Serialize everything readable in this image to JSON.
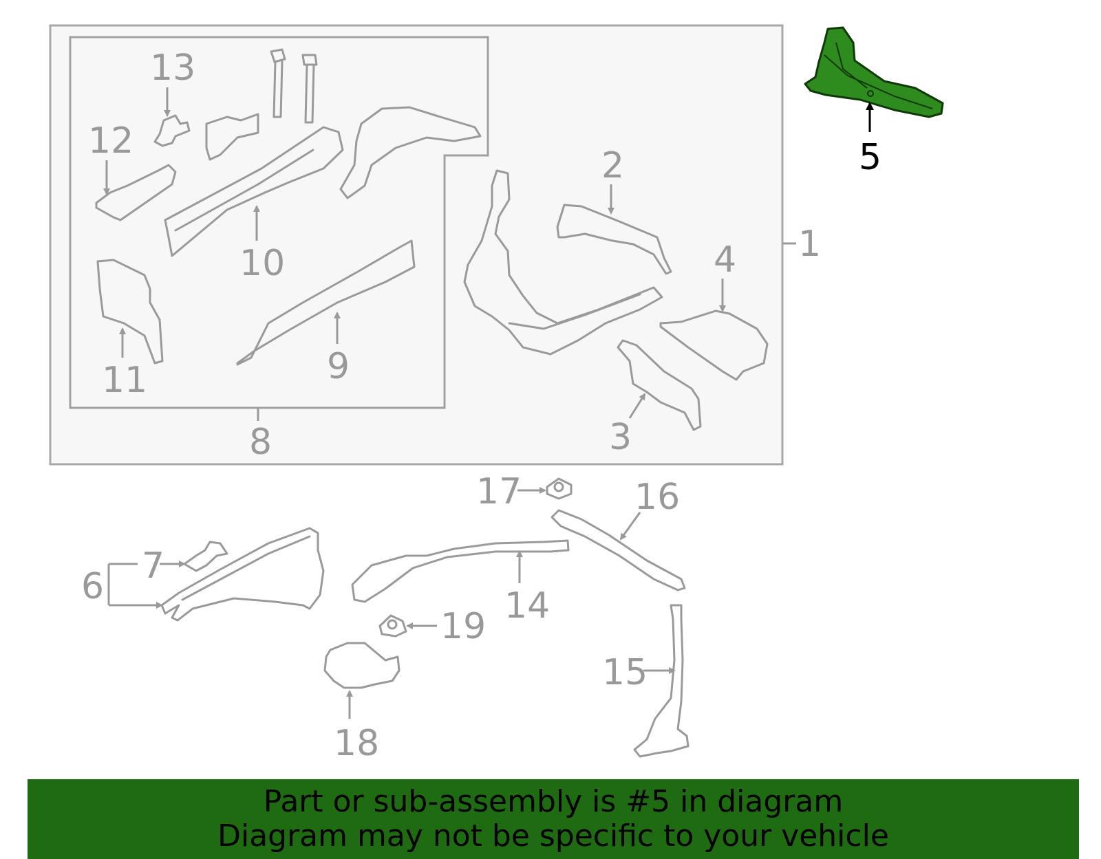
{
  "callouts": {
    "c1": "1",
    "c2": "2",
    "c3": "3",
    "c4": "4",
    "c5": "5",
    "c6": "6",
    "c7": "7",
    "c8": "8",
    "c9": "9",
    "c10": "10",
    "c11": "11",
    "c12": "12",
    "c13": "13",
    "c14": "14",
    "c15": "15",
    "c16": "16",
    "c17": "17",
    "c18": "18",
    "c19": "19"
  },
  "highlighted_part": "5",
  "colors": {
    "highlight_fill": "#2e8b1e",
    "banner_background": "#1e6b12",
    "line_gray": "#9a9a9a",
    "panel_fill": "#f7f7f7"
  },
  "banner": {
    "line1": "Part or sub-assembly is #5 in diagram",
    "line2": "Diagram may not be specific to your vehicle"
  }
}
